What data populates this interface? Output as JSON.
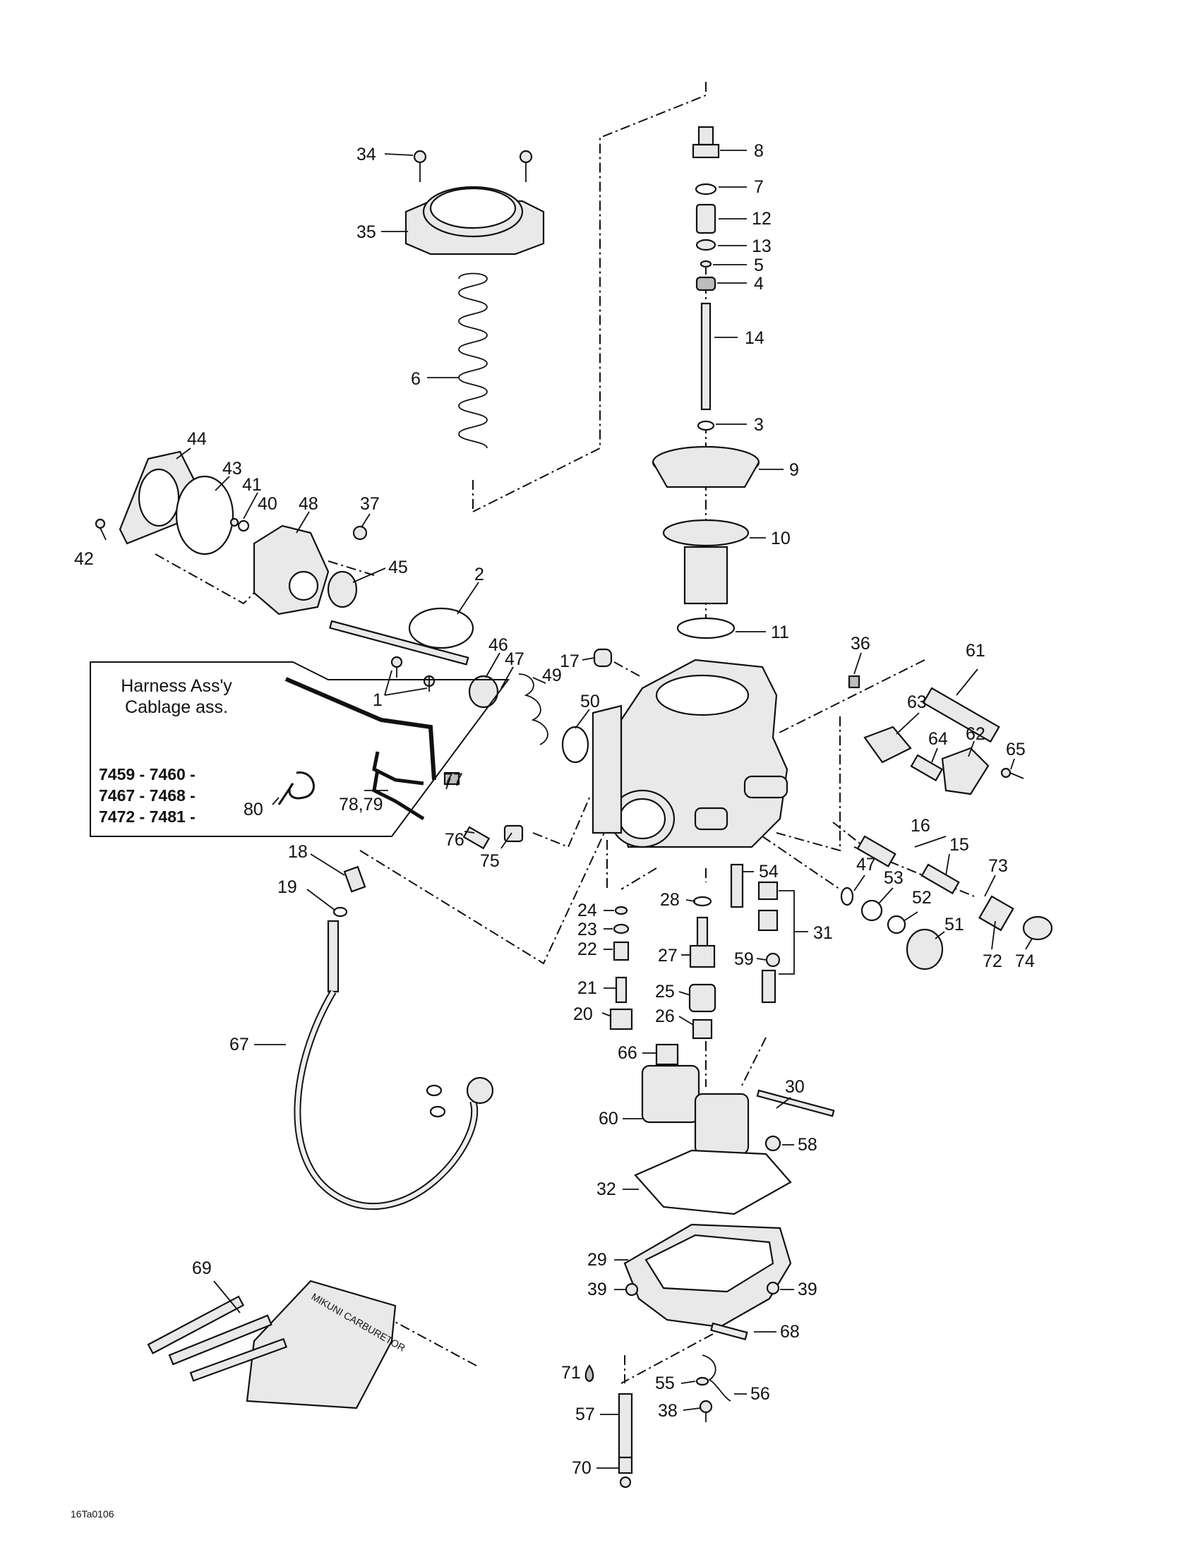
{
  "diagram": {
    "figure_id": "16Ta0106",
    "harness_box": {
      "title_line1": "Harness Ass'y",
      "title_line2": "Cablage ass.",
      "models_line1": "7459 - 7460 -",
      "models_line2": "7467 - 7468 -",
      "models_line3": "7472 - 7481 -"
    },
    "tool_kit_text": "MIKUNI CARBURETOR",
    "callouts": [
      {
        "id": "34",
        "text": "34"
      },
      {
        "id": "35",
        "text": "35"
      },
      {
        "id": "6",
        "text": "6"
      },
      {
        "id": "8",
        "text": "8"
      },
      {
        "id": "7",
        "text": "7"
      },
      {
        "id": "12",
        "text": "12"
      },
      {
        "id": "13",
        "text": "13"
      },
      {
        "id": "5",
        "text": "5"
      },
      {
        "id": "4",
        "text": "4"
      },
      {
        "id": "14",
        "text": "14"
      },
      {
        "id": "3",
        "text": "3"
      },
      {
        "id": "9",
        "text": "9"
      },
      {
        "id": "10",
        "text": "10"
      },
      {
        "id": "11",
        "text": "11"
      },
      {
        "id": "44",
        "text": "44"
      },
      {
        "id": "43",
        "text": "43"
      },
      {
        "id": "41",
        "text": "41"
      },
      {
        "id": "40",
        "text": "40"
      },
      {
        "id": "48",
        "text": "48"
      },
      {
        "id": "37",
        "text": "37"
      },
      {
        "id": "42",
        "text": "42"
      },
      {
        "id": "45",
        "text": "45"
      },
      {
        "id": "2",
        "text": "2"
      },
      {
        "id": "46",
        "text": "46"
      },
      {
        "id": "47a",
        "text": "47"
      },
      {
        "id": "49",
        "text": "49"
      },
      {
        "id": "50",
        "text": "50"
      },
      {
        "id": "17",
        "text": "17"
      },
      {
        "id": "1",
        "text": "1"
      },
      {
        "id": "36",
        "text": "36"
      },
      {
        "id": "61",
        "text": "61"
      },
      {
        "id": "63",
        "text": "63"
      },
      {
        "id": "64",
        "text": "64"
      },
      {
        "id": "62",
        "text": "62"
      },
      {
        "id": "65",
        "text": "65"
      },
      {
        "id": "77",
        "text": "77"
      },
      {
        "id": "80",
        "text": "80"
      },
      {
        "id": "7879",
        "text": "78,79"
      },
      {
        "id": "76",
        "text": "76"
      },
      {
        "id": "75",
        "text": "75"
      },
      {
        "id": "16",
        "text": "16"
      },
      {
        "id": "15",
        "text": "15"
      },
      {
        "id": "73",
        "text": "73"
      },
      {
        "id": "47b",
        "text": "47"
      },
      {
        "id": "53",
        "text": "53"
      },
      {
        "id": "52",
        "text": "52"
      },
      {
        "id": "51",
        "text": "51"
      },
      {
        "id": "72",
        "text": "72"
      },
      {
        "id": "74",
        "text": "74"
      },
      {
        "id": "18",
        "text": "18"
      },
      {
        "id": "19",
        "text": "19"
      },
      {
        "id": "54",
        "text": "54"
      },
      {
        "id": "28",
        "text": "28"
      },
      {
        "id": "24",
        "text": "24"
      },
      {
        "id": "23",
        "text": "23"
      },
      {
        "id": "22",
        "text": "22"
      },
      {
        "id": "27",
        "text": "27"
      },
      {
        "id": "59",
        "text": "59"
      },
      {
        "id": "31",
        "text": "31"
      },
      {
        "id": "21",
        "text": "21"
      },
      {
        "id": "25",
        "text": "25"
      },
      {
        "id": "20",
        "text": "20"
      },
      {
        "id": "26",
        "text": "26"
      },
      {
        "id": "66",
        "text": "66"
      },
      {
        "id": "67",
        "text": "67"
      },
      {
        "id": "30",
        "text": "30"
      },
      {
        "id": "60",
        "text": "60"
      },
      {
        "id": "58",
        "text": "58"
      },
      {
        "id": "32",
        "text": "32"
      },
      {
        "id": "69",
        "text": "69"
      },
      {
        "id": "29",
        "text": "29"
      },
      {
        "id": "39a",
        "text": "39"
      },
      {
        "id": "39b",
        "text": "39"
      },
      {
        "id": "68",
        "text": "68"
      },
      {
        "id": "71",
        "text": "71"
      },
      {
        "id": "55",
        "text": "55"
      },
      {
        "id": "56",
        "text": "56"
      },
      {
        "id": "57",
        "text": "57"
      },
      {
        "id": "38",
        "text": "38"
      },
      {
        "id": "70",
        "text": "70"
      }
    ]
  }
}
